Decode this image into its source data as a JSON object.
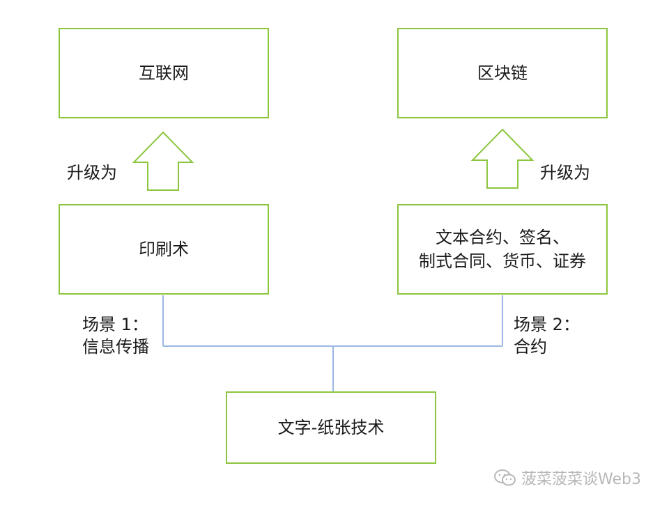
{
  "boxes": {
    "internet": "互联网",
    "blockchain": "区块链",
    "printing": "印刷术",
    "contracts_line1": "文本合约、签名、",
    "contracts_line2": "制式合同、货币、证券",
    "writing_paper": "文字-纸张技术"
  },
  "labels": {
    "upgrade_left": "升级为",
    "upgrade_right": "升级为",
    "scene1_line1": "场景 1：",
    "scene1_line2": "信息传播",
    "scene2_line1": "场景 2：",
    "scene2_line2": "合约"
  },
  "watermark": {
    "icon": "wechat-icon",
    "text": "菠菜菠菜谈Web3"
  },
  "colors": {
    "box_border": "#8cc63f",
    "arrow_border": "#8cc63f",
    "connector": "#9bb8e3",
    "watermark": "#b8b8b8"
  }
}
